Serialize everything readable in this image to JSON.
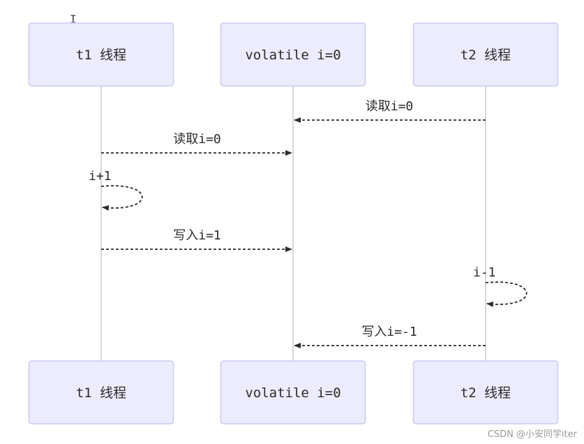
{
  "participants": [
    {
      "id": "t1",
      "label": "t1 线程"
    },
    {
      "id": "vol",
      "label": "volatile i=0"
    },
    {
      "id": "t2",
      "label": "t2 线程"
    }
  ],
  "messages": [
    {
      "from": "t2",
      "to": "vol",
      "label": "读取i=0"
    },
    {
      "from": "t1",
      "to": "vol",
      "label": "读取i=0"
    },
    {
      "from": "t1",
      "to": "t1",
      "label": "i+1"
    },
    {
      "from": "t1",
      "to": "vol",
      "label": "写入i=1"
    },
    {
      "from": "t2",
      "to": "t2",
      "label": "i-1"
    },
    {
      "from": "t2",
      "to": "vol",
      "label": "写入i=-1"
    }
  ],
  "watermark": "CSDN @小安同学iter",
  "colors": {
    "box_fill": "#ececfe",
    "box_stroke": "#c9c9f2",
    "line": "#2b2b2b",
    "lifeline": "#cfcfcf"
  },
  "icons": {
    "cursor": "text-cursor-icon"
  }
}
